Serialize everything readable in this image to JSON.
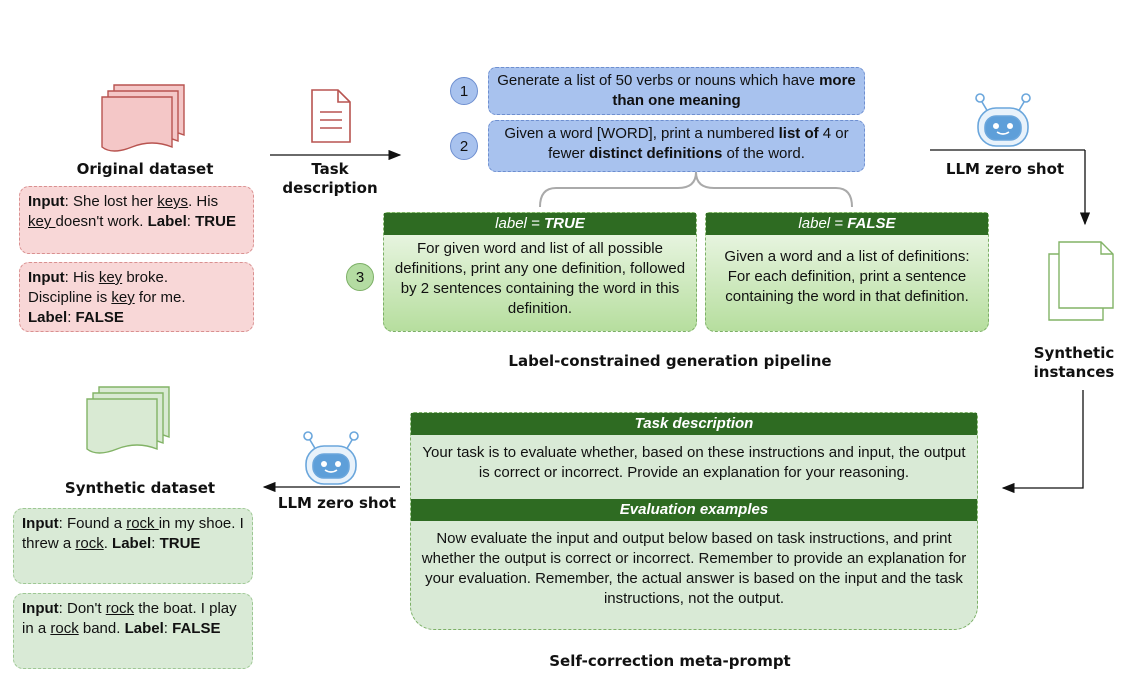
{
  "original_dataset": {
    "title": "Original dataset",
    "examples": [
      {
        "p1": "Input",
        "p2": ": She lost her ",
        "p3": "keys",
        "p4": ". His ",
        "p5": "key ",
        "p6": "doesn't work. ",
        "p7": "Label",
        "p8": ": ",
        "p9": "TRUE"
      },
      {
        "p1": "Input",
        "p2": ": His ",
        "p3": "key",
        "p4": " broke. Discipline is ",
        "p5": "key",
        "p6": " for me. ",
        "p7": "Label",
        "p8": ": ",
        "p9": "FALSE"
      }
    ]
  },
  "task_arrow": {
    "line1": "Task",
    "line2": "description"
  },
  "steps": [
    {
      "number": "1",
      "text_a": "Generate a list of 50 verbs or nouns which have ",
      "text_b": "more than one meaning"
    },
    {
      "number": "2",
      "text_a": "Given a word [WORD], print a numbered ",
      "text_b": "list of",
      "text_c": " 4 or fewer ",
      "text_d": "distinct definitions",
      "text_e": " of the word."
    },
    {
      "number": "3"
    }
  ],
  "label_true": {
    "head_a": "label = ",
    "head_b": "TRUE",
    "body": "For given word and list of all possible definitions, print any one definition, followed by 2 sentences containing the word in this definition."
  },
  "label_false": {
    "head_a": "label = ",
    "head_b": "FALSE",
    "body": "Given a word and a list of definitions: For each definition, print a sentence containing the word in that definition."
  },
  "pipeline_title": "Label-constrained generation pipeline",
  "llm_top": "LLM zero shot",
  "synthetic_instances": {
    "line1": "Synthetic",
    "line2": "instances"
  },
  "meta_prompt": {
    "head1": "Task description",
    "body1": "Your task is to evaluate whether, based on these instructions and input, the output is correct or incorrect. Provide an explanation for your reasoning.",
    "head2": "Evaluation examples",
    "body2": "Now evaluate the input and output below based on task instructions, and print whether the output is correct or incorrect. Remember to provide an explanation for your evaluation. Remember, the actual answer is based on the input and the task instructions, not the output.",
    "title": "Self-correction meta-prompt"
  },
  "llm_bottom": "LLM zero shot",
  "synthetic_dataset": {
    "title": "Synthetic dataset",
    "examples": [
      {
        "p1": "Input",
        "p2": ": Found a ",
        "p3": "rock ",
        "p4": "in my shoe. I threw a ",
        "p5": "rock",
        "p6": ". ",
        "p7": "Label",
        "p8": ": ",
        "p9": "TRUE"
      },
      {
        "p1": "Input",
        "p2": ": Don't ",
        "p3": "rock",
        "p4": " the boat. I play in a ",
        "p5": "rock",
        "p6": " band. ",
        "p7": "Label",
        "p8": ": ",
        "p9": "FALSE"
      }
    ]
  },
  "colors": {
    "red_fill": "#f8d7d7",
    "green_fill": "#d9ead6",
    "blue_fill": "#a8c2ee",
    "dark_green": "#2e6b22"
  },
  "icons": [
    "stacked-documents-red-icon",
    "document-icon",
    "robot-icon",
    "stacked-documents-green-icon",
    "stacked-documents-green-icon",
    "robot-icon"
  ]
}
